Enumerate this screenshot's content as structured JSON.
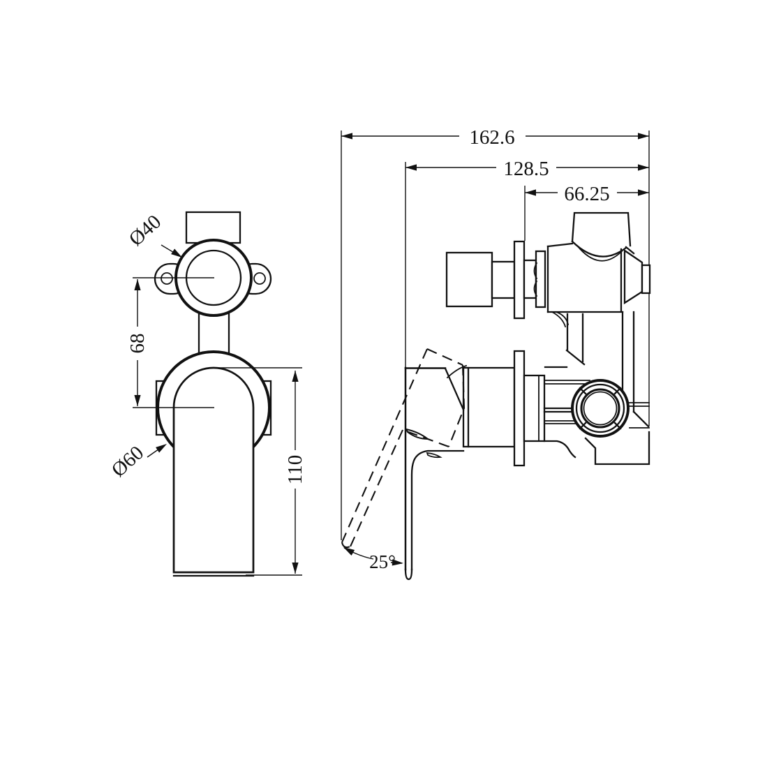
{
  "drawing": {
    "background": "#ffffff",
    "line_color": "#111111",
    "description": "two-view dimensioned technical drawing of a wall-mixer valve"
  },
  "front_view": {
    "dia_top_label": "Ø40",
    "dia_bottom_label": "Ø60",
    "center_spacing_label": "68",
    "height_label": "110"
  },
  "side_view": {
    "overall_depth_label": "162.6",
    "body_depth_label": "128.5",
    "front_depth_label": "66.25",
    "handle_angle_label": "25°"
  }
}
